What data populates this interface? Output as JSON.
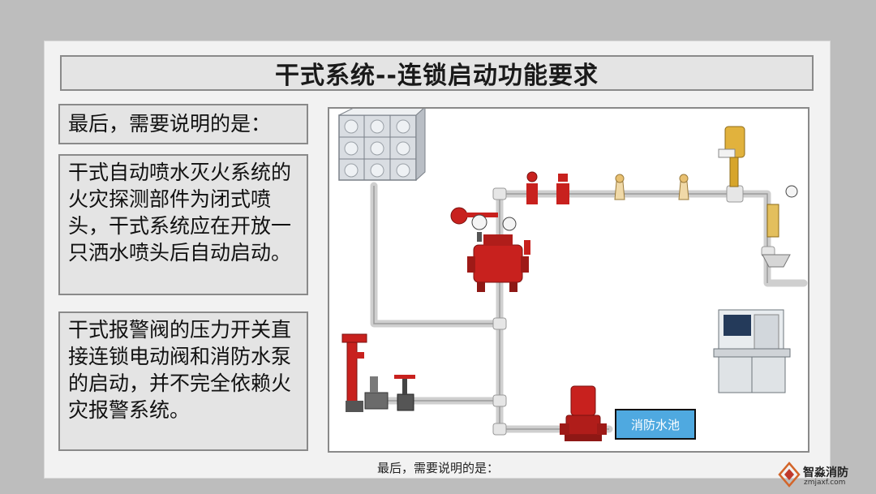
{
  "title": "干式系统--连锁启动功能要求",
  "note_heading": "最后，需要说明的是：",
  "paragraph_1": "干式自动喷水灭火系统的火灾探测部件为闭式喷头，干式系统应在开放一只洒水喷头后自动启动。",
  "paragraph_2": "干式报警阀的压力开关直接连锁电动阀和消防水泵的启动，并不完全依赖火灾报警系统。",
  "diagram": {
    "pool_label": "消防水池",
    "pipe_color": "#d4d4d4",
    "valve_color": "#c8211e"
  },
  "caption": "最后，需要说明的是：",
  "watermark": {
    "name": "智淼消防",
    "url": "zmjaxf.com"
  }
}
